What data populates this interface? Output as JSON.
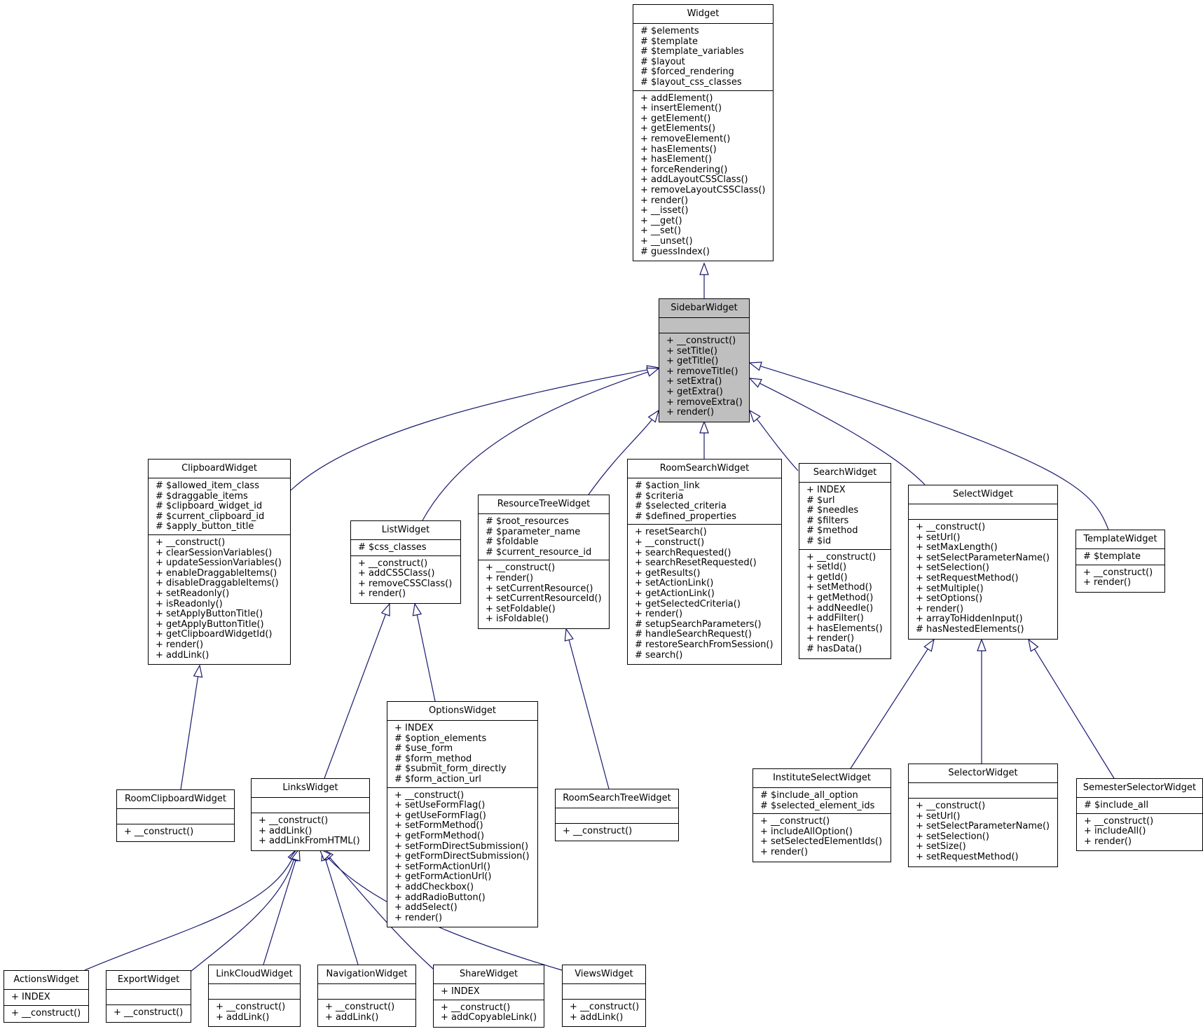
{
  "classes": [
    {
      "id": "Widget",
      "name": "Widget",
      "attributes": [
        "# $elements",
        "# $template",
        "# $template_variables",
        "# $layout",
        "# $forced_rendering",
        "# $layout_css_classes"
      ],
      "methods": [
        "+ addElement()",
        "+ insertElement()",
        "+ getElement()",
        "+ getElements()",
        "+ removeElement()",
        "+ hasElements()",
        "+ hasElement()",
        "+ forceRendering()",
        "+ addLayoutCSSClass()",
        "+ removeLayoutCSSClass()",
        "+ render()",
        "+ __isset()",
        "+ __get()",
        "+ __set()",
        "+ __unset()",
        "# guessIndex()"
      ]
    },
    {
      "id": "SidebarWidget",
      "name": "SidebarWidget",
      "highlight": true,
      "attributes": [],
      "methods": [
        "+ __construct()",
        "+ setTitle()",
        "+ getTitle()",
        "+ removeTitle()",
        "+ setExtra()",
        "+ getExtra()",
        "+ removeExtra()",
        "+ render()"
      ]
    },
    {
      "id": "ClipboardWidget",
      "name": "ClipboardWidget",
      "attributes": [
        "# $allowed_item_class",
        "# $draggable_items",
        "# $clipboard_widget_id",
        "# $current_clipboard_id",
        "# $apply_button_title"
      ],
      "methods": [
        "+ __construct()",
        "+ clearSessionVariables()",
        "+ updateSessionVariables()",
        "+ enableDraggableItems()",
        "+ disableDraggableItems()",
        "+ setReadonly()",
        "+ isReadonly()",
        "+ setApplyButtonTitle()",
        "+ getApplyButtonTitle()",
        "+ getClipboardWidgetId()",
        "+ render()",
        "+ addLink()"
      ]
    },
    {
      "id": "ListWidget",
      "name": "ListWidget",
      "attributes": [
        "# $css_classes"
      ],
      "methods": [
        "+ __construct()",
        "+ addCSSClass()",
        "+ removeCSSClass()",
        "+ render()"
      ]
    },
    {
      "id": "ResourceTreeWidget",
      "name": "ResourceTreeWidget",
      "attributes": [
        "# $root_resources",
        "# $parameter_name",
        "# $foldable",
        "# $current_resource_id"
      ],
      "methods": [
        "+ __construct()",
        "+ render()",
        "+ setCurrentResource()",
        "+ setCurrentResourceId()",
        "+ setFoldable()",
        "+ isFoldable()"
      ]
    },
    {
      "id": "RoomSearchWidget",
      "name": "RoomSearchWidget",
      "attributes": [
        "# $action_link",
        "# $criteria",
        "# $selected_criteria",
        "# $defined_properties"
      ],
      "methods": [
        "+ resetSearch()",
        "+ __construct()",
        "+ searchRequested()",
        "+ searchResetRequested()",
        "+ getResults()",
        "+ setActionLink()",
        "+ getActionLink()",
        "+ getSelectedCriteria()",
        "+ render()",
        "# setupSearchParameters()",
        "# handleSearchRequest()",
        "# restoreSearchFromSession()",
        "# search()"
      ]
    },
    {
      "id": "SearchWidget",
      "name": "SearchWidget",
      "attributes": [
        "+ INDEX",
        "# $url",
        "# $needles",
        "# $filters",
        "# $method",
        "# $id"
      ],
      "methods": [
        "+ __construct()",
        "+ setId()",
        "+ getId()",
        "+ setMethod()",
        "+ getMethod()",
        "+ addNeedle()",
        "+ addFilter()",
        "+ hasElements()",
        "+ render()",
        "# hasData()"
      ]
    },
    {
      "id": "SelectWidget",
      "name": "SelectWidget",
      "attributes": [],
      "methods": [
        "+ __construct()",
        "+ setUrl()",
        "+ setMaxLength()",
        "+ setSelectParameterName()",
        "+ setSelection()",
        "+ setRequestMethod()",
        "+ setMultiple()",
        "+ setOptions()",
        "+ render()",
        "+ arrayToHiddenInput()",
        "# hasNestedElements()"
      ]
    },
    {
      "id": "TemplateWidget",
      "name": "TemplateWidget",
      "attributes": [
        "# $template"
      ],
      "methods": [
        "+ __construct()",
        "+ render()"
      ]
    },
    {
      "id": "RoomClipboardWidget",
      "name": "RoomClipboardWidget",
      "attributes": [],
      "methods": [
        "+ __construct()"
      ]
    },
    {
      "id": "OptionsWidget",
      "name": "OptionsWidget",
      "attributes": [
        "+ INDEX",
        "# $option_elements",
        "# $use_form",
        "# $form_method",
        "# $submit_form_directly",
        "# $form_action_url"
      ],
      "methods": [
        "+ __construct()",
        "+ setUseFormFlag()",
        "+ getUseFormFlag()",
        "+ setFormMethod()",
        "+ getFormMethod()",
        "+ setFormDirectSubmission()",
        "+ getFormDirectSubmission()",
        "+ setFormActionUrl()",
        "+ getFormActionUrl()",
        "+ addCheckbox()",
        "+ addRadioButton()",
        "+ addSelect()",
        "+ render()"
      ]
    },
    {
      "id": "LinksWidget",
      "name": "LinksWidget",
      "attributes": [],
      "methods": [
        "+ __construct()",
        "+ addLink()",
        "+ addLinkFromHTML()"
      ]
    },
    {
      "id": "RoomSearchTreeWidget",
      "name": "RoomSearchTreeWidget",
      "attributes": [],
      "methods": [
        "+ __construct()"
      ]
    },
    {
      "id": "InstituteSelectWidget",
      "name": "InstituteSelectWidget",
      "attributes": [
        "# $include_all_option",
        "# $selected_element_ids"
      ],
      "methods": [
        "+ __construct()",
        "+ includeAllOption()",
        "+ setSelectedElementIds()",
        "+ render()"
      ]
    },
    {
      "id": "SelectorWidget",
      "name": "SelectorWidget",
      "attributes": [],
      "methods": [
        "+ __construct()",
        "+ setUrl()",
        "+ setSelectParameterName()",
        "+ setSelection()",
        "+ setSize()",
        "+ setRequestMethod()"
      ]
    },
    {
      "id": "SemesterSelectorWidget",
      "name": "SemesterSelectorWidget",
      "attributes": [
        "# $include_all"
      ],
      "methods": [
        "+ __construct()",
        "+ includeAll()",
        "+ render()"
      ]
    },
    {
      "id": "ActionsWidget",
      "name": "ActionsWidget",
      "attributes": [
        "+ INDEX"
      ],
      "methods": [
        "+ __construct()"
      ]
    },
    {
      "id": "ExportWidget",
      "name": "ExportWidget",
      "attributes": [],
      "methods": [
        "+ __construct()"
      ]
    },
    {
      "id": "LinkCloudWidget",
      "name": "LinkCloudWidget",
      "attributes": [],
      "methods": [
        "+ __construct()",
        "+ addLink()"
      ]
    },
    {
      "id": "NavigationWidget",
      "name": "NavigationWidget",
      "attributes": [],
      "methods": [
        "+ __construct()",
        "+ addLink()"
      ]
    },
    {
      "id": "ShareWidget",
      "name": "ShareWidget",
      "attributes": [
        "+ INDEX"
      ],
      "methods": [
        "+ __construct()",
        "+ addCopyableLink()"
      ]
    },
    {
      "id": "ViewsWidget",
      "name": "ViewsWidget",
      "attributes": [],
      "methods": [
        "+ __construct()",
        "+ addLink()"
      ]
    }
  ],
  "inheritance": [
    {
      "child": "SidebarWidget",
      "parent": "Widget"
    },
    {
      "child": "ClipboardWidget",
      "parent": "SidebarWidget"
    },
    {
      "child": "ListWidget",
      "parent": "SidebarWidget"
    },
    {
      "child": "ResourceTreeWidget",
      "parent": "SidebarWidget"
    },
    {
      "child": "RoomSearchWidget",
      "parent": "SidebarWidget"
    },
    {
      "child": "SearchWidget",
      "parent": "SidebarWidget"
    },
    {
      "child": "SelectWidget",
      "parent": "SidebarWidget"
    },
    {
      "child": "TemplateWidget",
      "parent": "SidebarWidget"
    },
    {
      "child": "RoomClipboardWidget",
      "parent": "ClipboardWidget"
    },
    {
      "child": "LinksWidget",
      "parent": "ListWidget"
    },
    {
      "child": "OptionsWidget",
      "parent": "ListWidget"
    },
    {
      "child": "RoomSearchTreeWidget",
      "parent": "ResourceTreeWidget"
    },
    {
      "child": "InstituteSelectWidget",
      "parent": "SelectWidget"
    },
    {
      "child": "SelectorWidget",
      "parent": "SelectWidget"
    },
    {
      "child": "SemesterSelectorWidget",
      "parent": "SelectWidget"
    },
    {
      "child": "ActionsWidget",
      "parent": "LinksWidget"
    },
    {
      "child": "ExportWidget",
      "parent": "LinksWidget"
    },
    {
      "child": "LinkCloudWidget",
      "parent": "LinksWidget"
    },
    {
      "child": "NavigationWidget",
      "parent": "LinksWidget"
    },
    {
      "child": "ShareWidget",
      "parent": "LinksWidget"
    },
    {
      "child": "ViewsWidget",
      "parent": "LinksWidget"
    }
  ],
  "colors": {
    "edge": "#191970",
    "box_border": "#000000",
    "highlight_fill": "#bfbfbf"
  }
}
